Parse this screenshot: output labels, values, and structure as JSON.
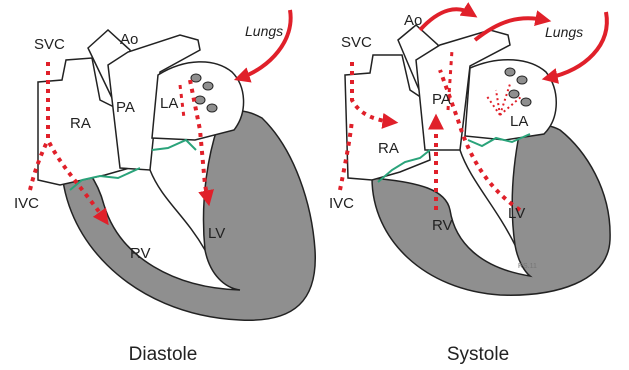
{
  "colors": {
    "outline": "#222222",
    "myocardium": "#8f8f8f",
    "chamber": "#ffffff",
    "flow": "#e0202a",
    "valve": "#2aa37a"
  },
  "panels": [
    {
      "caption": "Diastole",
      "labels": {
        "svc": "SVC",
        "ivc": "IVC",
        "ra": "RA",
        "rv": "RV",
        "ao": "Ao",
        "pa": "PA",
        "la": "LA",
        "lv": "LV",
        "lungs": "Lungs"
      }
    },
    {
      "caption": "Systole",
      "labels": {
        "svc": "SVC",
        "ivc": "IVC",
        "ra": "RA",
        "rv": "RV",
        "ao": "Ao",
        "pa": "PA",
        "la": "LA",
        "lv": "LV",
        "lungs": "Lungs"
      },
      "signature": "RS.11"
    }
  ]
}
